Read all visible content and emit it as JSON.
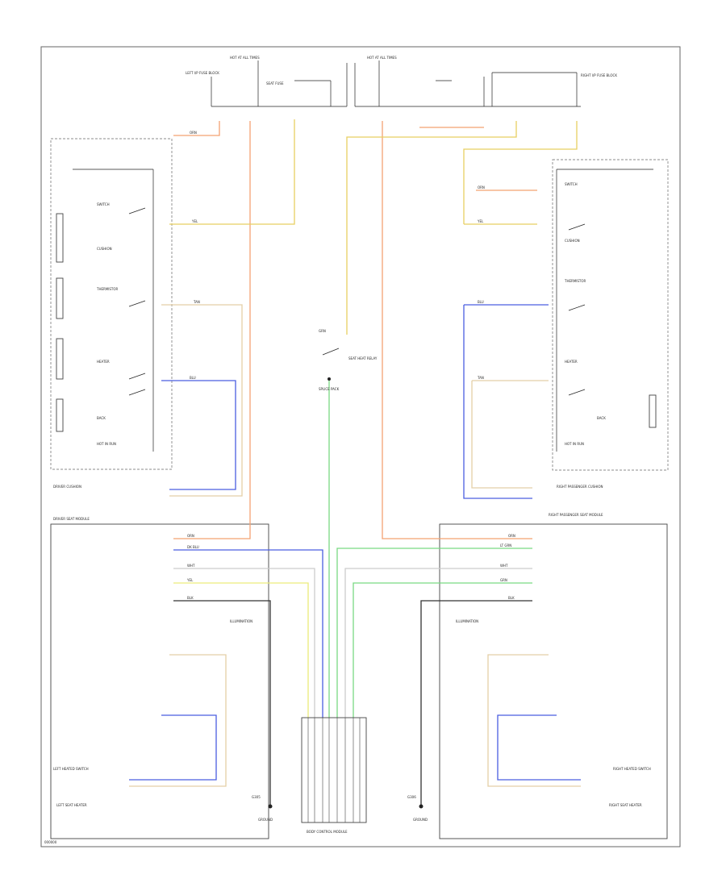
{
  "diagram": {
    "footer_code": "000000",
    "labels": {
      "junction_left_head": "HOT AT ALL TIMES",
      "junction_right_head": "HOT AT ALL TIMES",
      "fuse_left": "LEFT I/P FUSE BLOCK",
      "fuse_center": "SEAT FUSE",
      "fuse_right": "RIGHT I/P FUSE BLOCK",
      "splice": "SPLICE PACK",
      "heated_seat_relay": "SEAT HEAT RELAY",
      "driver_module": "DRIVER SEAT MODULE",
      "passenger_module": "RIGHT PASSENGER SEAT MODULE",
      "driver_cushion": "DRIVER CUSHION",
      "passenger_cushion": "RIGHT PASSENGER CUSHION",
      "left_heated_switch": "LEFT HEATED SWITCH",
      "right_heated_switch": "RIGHT HEATED SWITCH",
      "left_seat_heater": "LEFT SEAT HEATER",
      "right_seat_heater": "RIGHT SEAT HEATER",
      "left_ground": "G305",
      "right_ground": "G306",
      "center_connector": "BODY CONTROL MODULE",
      "illum": "ILLUMINATION",
      "ground": "GROUND",
      "hot": "HOT IN RUN",
      "cushion": "CUSHION",
      "back": "BACK",
      "thermistor": "THERMISTOR",
      "heater": "HEATER",
      "switch": "SWITCH"
    },
    "wire_codes": {
      "orange": "ORN",
      "yellow": "YEL",
      "blue": "BLU",
      "green": "GRN",
      "tan": "TAN",
      "black": "BLK",
      "white": "WHT",
      "lt_green": "LT GRN",
      "dk_blue": "DK BLU"
    },
    "colors": {
      "orange": "#f4a272",
      "yellow": "#e8cf62",
      "blue": "#4a5ee0",
      "green": "#79d982",
      "tan": "#e4cfa6",
      "black": "#222222"
    }
  }
}
